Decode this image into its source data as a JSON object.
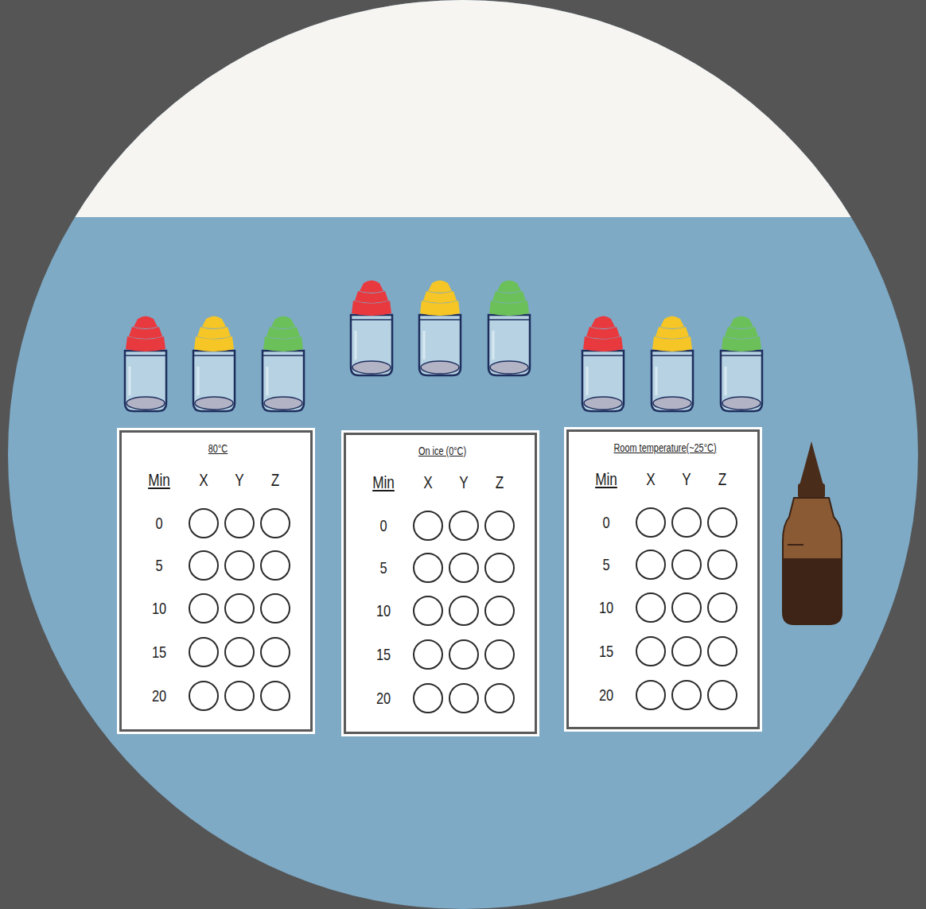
{
  "diagram": {
    "nodes": [
      {
        "text": [
          "80°C",
          "Min",
          "X",
          "Y",
          "Z",
          "0",
          "5",
          "10",
          "15",
          "20"
        ]
      },
      {
        "text": [
          "On ice (0°C)",
          "Min",
          "X",
          "Y",
          "Z",
          "0",
          "5",
          "10",
          "15",
          "20"
        ]
      },
      {
        "text": [
          "Room temperature(~25°C)",
          "Min",
          "X",
          "Y",
          "Z",
          "0",
          "5",
          "10",
          "15",
          "20"
        ]
      }
    ]
  }
}
